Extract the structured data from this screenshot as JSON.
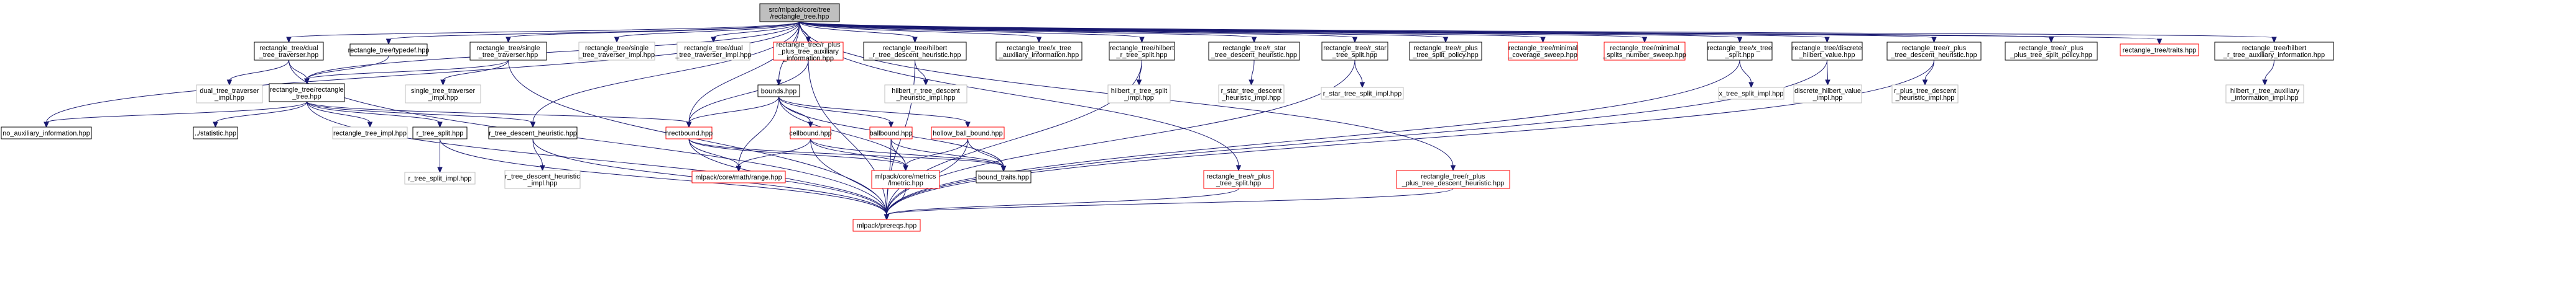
{
  "diagram": {
    "nodes": [
      {
        "id": "root",
        "lines": [
          "src/mlpack/core/tree",
          "/rectangle_tree.hpp"
        ],
        "style": "root"
      },
      {
        "id": "dtt",
        "lines": [
          "rectangle_tree/dual",
          "_tree_traverser.hpp"
        ],
        "style": "black"
      },
      {
        "id": "typedef",
        "lines": [
          "rectangle_tree/typedef.hpp"
        ],
        "style": "black"
      },
      {
        "id": "stt",
        "lines": [
          "rectangle_tree/single",
          "_tree_traverser.hpp"
        ],
        "style": "black"
      },
      {
        "id": "stti_top",
        "lines": [
          "rectangle_tree/single",
          "_tree_traverser_impl.hpp"
        ],
        "style": "gray"
      },
      {
        "id": "dtti_top",
        "lines": [
          "rectangle_tree/dual",
          "_tree_traverser_impl.hpp"
        ],
        "style": "gray"
      },
      {
        "id": "rppai",
        "lines": [
          "rectangle_tree/r_plus",
          "_plus_tree_auxiliary",
          "_information.hpp"
        ],
        "style": "red"
      },
      {
        "id": "hrtdh",
        "lines": [
          "rectangle_tree/hilbert",
          "_r_tree_descent_heuristic.hpp"
        ],
        "style": "black"
      },
      {
        "id": "xtai",
        "lines": [
          "rectangle_tree/x_tree",
          "_auxiliary_information.hpp"
        ],
        "style": "black"
      },
      {
        "id": "hrts",
        "lines": [
          "rectangle_tree/hilbert",
          "_r_tree_split.hpp"
        ],
        "style": "black"
      },
      {
        "id": "rstdh",
        "lines": [
          "rectangle_tree/r_star",
          "_tree_descent_heuristic.hpp"
        ],
        "style": "black"
      },
      {
        "id": "rsts",
        "lines": [
          "rectangle_tree/r_star",
          "_tree_split.hpp"
        ],
        "style": "black"
      },
      {
        "id": "rptsp",
        "lines": [
          "rectangle_tree/r_plus",
          "_tree_split_policy.hpp"
        ],
        "style": "black"
      },
      {
        "id": "mcs",
        "lines": [
          "rectangle_tree/minimal",
          "_coverage_sweep.hpp"
        ],
        "style": "red"
      },
      {
        "id": "msns",
        "lines": [
          "rectangle_tree/minimal",
          "_splits_number_sweep.hpp"
        ],
        "style": "red"
      },
      {
        "id": "xts",
        "lines": [
          "rectangle_tree/x_tree",
          "_split.hpp"
        ],
        "style": "black"
      },
      {
        "id": "dhv",
        "lines": [
          "rectangle_tree/discrete",
          "_hilbert_value.hpp"
        ],
        "style": "black"
      },
      {
        "id": "rptdh",
        "lines": [
          "rectangle_tree/r_plus",
          "_tree_descent_heuristic.hpp"
        ],
        "style": "black"
      },
      {
        "id": "rpptsp",
        "lines": [
          "rectangle_tree/r_plus",
          "_plus_tree_split_policy.hpp"
        ],
        "style": "black"
      },
      {
        "id": "traits",
        "lines": [
          "rectangle_tree/traits.hpp"
        ],
        "style": "red"
      },
      {
        "id": "hrtai",
        "lines": [
          "rectangle_tree/hilbert",
          "_r_tree_auxiliary_information.hpp"
        ],
        "style": "black"
      },
      {
        "id": "dtti",
        "lines": [
          "dual_tree_traverser",
          "_impl.hpp"
        ],
        "style": "gray"
      },
      {
        "id": "rt",
        "lines": [
          "rectangle_tree/rectangle",
          "_tree.hpp"
        ],
        "style": "black"
      },
      {
        "id": "stti",
        "lines": [
          "single_tree_traverser",
          "_impl.hpp"
        ],
        "style": "gray"
      },
      {
        "id": "hrtdhi",
        "lines": [
          "hilbert_r_tree_descent",
          "_heuristic_impl.hpp"
        ],
        "style": "gray"
      },
      {
        "id": "bounds",
        "lines": [
          "bounds.hpp"
        ],
        "style": "black"
      },
      {
        "id": "hrtsi",
        "lines": [
          "hilbert_r_tree_split",
          "_impl.hpp"
        ],
        "style": "gray"
      },
      {
        "id": "rstdhi",
        "lines": [
          "r_star_tree_descent",
          "_heuristic_impl.hpp"
        ],
        "style": "gray"
      },
      {
        "id": "rstsi",
        "lines": [
          "r_star_tree_split_impl.hpp"
        ],
        "style": "gray"
      },
      {
        "id": "xtsi",
        "lines": [
          "x_tree_split_impl.hpp"
        ],
        "style": "gray"
      },
      {
        "id": "dhvi",
        "lines": [
          "discrete_hilbert_value",
          "_impl.hpp"
        ],
        "style": "gray"
      },
      {
        "id": "rptdhi",
        "lines": [
          "r_plus_tree_descent",
          "_heuristic_impl.hpp"
        ],
        "style": "gray"
      },
      {
        "id": "hrtaii",
        "lines": [
          "hilbert_r_tree_auxiliary",
          "_information_impl.hpp"
        ],
        "style": "gray"
      },
      {
        "id": "stat",
        "lines": [
          "../statistic.hpp"
        ],
        "style": "black"
      },
      {
        "id": "rti",
        "lines": [
          "rectangle_tree_impl.hpp"
        ],
        "style": "gray"
      },
      {
        "id": "rts",
        "lines": [
          "r_tree_split.hpp"
        ],
        "style": "black"
      },
      {
        "id": "rtdh",
        "lines": [
          "r_tree_descent_heuristic.hpp"
        ],
        "style": "black"
      },
      {
        "id": "nai",
        "lines": [
          "no_auxiliary_information.hpp"
        ],
        "style": "black"
      },
      {
        "id": "hrect",
        "lines": [
          "hrectbound.hpp"
        ],
        "style": "red"
      },
      {
        "id": "cell",
        "lines": [
          "cellbound.hpp"
        ],
        "style": "red"
      },
      {
        "id": "ball",
        "lines": [
          "ballbound.hpp"
        ],
        "style": "red"
      },
      {
        "id": "hollow",
        "lines": [
          "hollow_ball_bound.hpp"
        ],
        "style": "red"
      },
      {
        "id": "rtsi",
        "lines": [
          "r_tree_split_impl.hpp"
        ],
        "style": "gray"
      },
      {
        "id": "rtdhi",
        "lines": [
          "r_tree_descent_heuristic",
          "_impl.hpp"
        ],
        "style": "gray"
      },
      {
        "id": "range",
        "lines": [
          "mlpack/core/math/range.hpp"
        ],
        "style": "red"
      },
      {
        "id": "lmetric",
        "lines": [
          "mlpack/core/metrics",
          "/lmetric.hpp"
        ],
        "style": "red"
      },
      {
        "id": "btraits",
        "lines": [
          "bound_traits.hpp"
        ],
        "style": "black"
      },
      {
        "id": "rpts",
        "lines": [
          "rectangle_tree/r_plus",
          "_tree_split.hpp"
        ],
        "style": "red"
      },
      {
        "id": "rpptdh",
        "lines": [
          "rectangle_tree/r_plus",
          "_plus_tree_descent_heuristic.hpp"
        ],
        "style": "red"
      },
      {
        "id": "prereqs",
        "lines": [
          "mlpack/prereqs.hpp"
        ],
        "style": "red"
      }
    ]
  }
}
